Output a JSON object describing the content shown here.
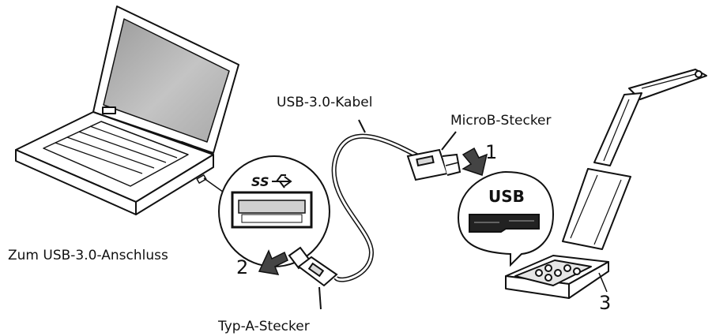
{
  "labels": {
    "cable": "USB-3.0-Kabel",
    "microb_plug": "MicroB-Stecker",
    "port": "Zum USB-3.0-Anschluss",
    "typea_plug": "Typ-A-Stecker"
  },
  "steps": {
    "one": "1",
    "two": "2",
    "three": "3"
  },
  "callouts": {
    "usb_text": "USB",
    "ss_logo": "SS"
  },
  "colors": {
    "ink": "#111111",
    "screen": "#bfbfbf",
    "screen_dark": "#8a8a8a",
    "panel": "#e6e6e6"
  }
}
